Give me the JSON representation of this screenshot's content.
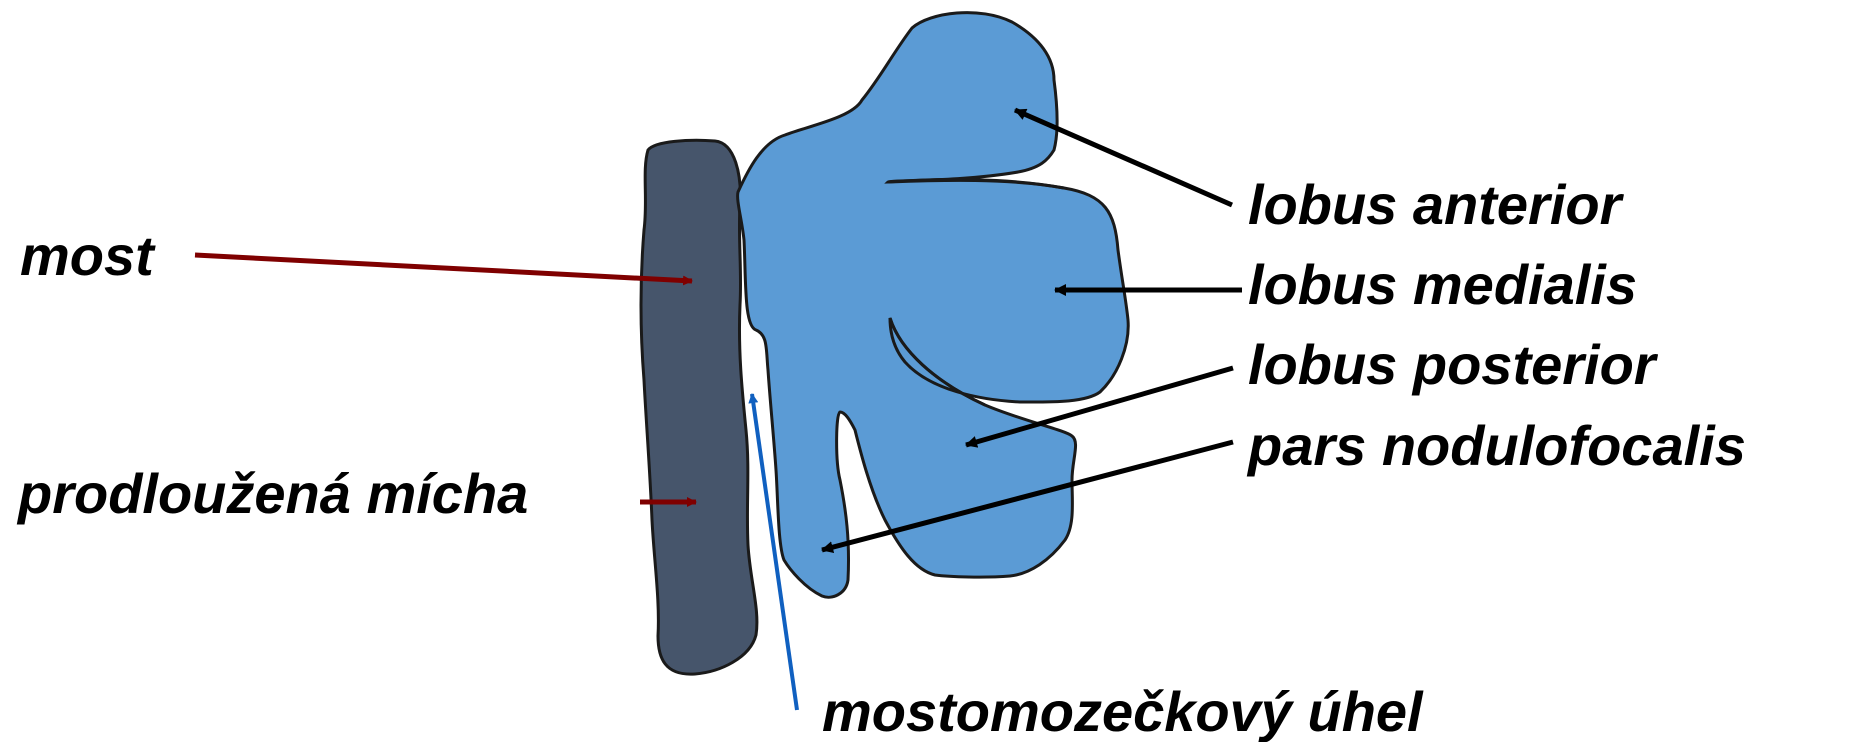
{
  "labels": {
    "most": "most",
    "medulla": "prodloužená mícha",
    "lobus_anterior": "lobus anterior",
    "lobus_medialis": "lobus medialis",
    "lobus_posterior": "lobus posterior",
    "pars_nodulofocalis": "pars nodulofocalis",
    "angle": "mostomozečkový úhel"
  },
  "colors": {
    "brainstem": "#46556b",
    "cerebellum": "#5b9bd5",
    "outline": "#1a1a1a",
    "arrow_red": "#7f0000",
    "arrow_black": "#000000",
    "arrow_blue": "#1060c0"
  }
}
